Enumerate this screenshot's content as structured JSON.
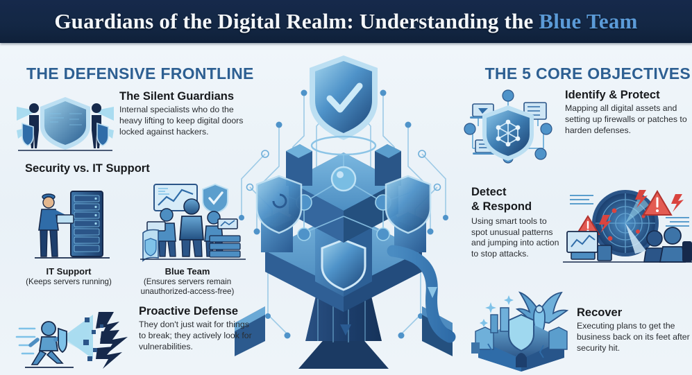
{
  "title": {
    "main": "Guardians of the Digital Realm: Understanding the ",
    "accent": "Blue Team",
    "bar_color": "#16294b",
    "accent_color": "#5b9bd8"
  },
  "theme": {
    "background": "#eef4f9",
    "heading_color": "#2d5f92",
    "body_text_color": "#2a2d31",
    "primary_blue": "#2f6ca8",
    "deep_navy": "#16294b",
    "light_blue": "#7fc2e8",
    "alert_red": "#d9443f"
  },
  "left_column": {
    "heading": "THE DEFENSIVE FRONTLINE",
    "items": [
      {
        "title": "The Silent Guardians",
        "body": "Internal specialists who do the heavy lifting to keep digital doors locked against hackers.",
        "icon": "two-guardians-shield-icon"
      },
      {
        "title": "Proactive Defense",
        "body": "They don't just wait for things to break; they actively look for vulnerabilities.",
        "icon": "shield-deflecting-lightning-icon"
      }
    ],
    "comparison": {
      "heading": "Security vs. IT Support",
      "entries": [
        {
          "label": "IT Support",
          "note": "(Keeps servers running)",
          "icon": "technician-server-rack-icon"
        },
        {
          "label": "Blue Team",
          "note": "(Ensures servers remain unauthorized-access-free)",
          "icon": "blue-team-operators-icon"
        }
      ]
    }
  },
  "right_column": {
    "heading": "THE 5 CORE OBJECTIVES",
    "items": [
      {
        "title": "Identify & Protect",
        "body": "Mapping all digital assets and setting up firewalls or patches to harden defenses.",
        "icon": "shield-network-assets-icon"
      },
      {
        "title": "Detect\n& Respond",
        "title_line1": "Detect",
        "title_line2": "& Respond",
        "body": "Using smart tools to spot unusual patterns and jumping into action to stop attacks.",
        "icon": "radar-alert-analysts-icon"
      },
      {
        "title": "Recover",
        "body": "Executing plans to get the business back on its feet after a security hit.",
        "icon": "phoenix-castle-icon"
      }
    ]
  },
  "center": {
    "icon": "circuit-fortress-shield-icon",
    "description": "Isometric blue digital fortress with check-mark shield crest, circuit traces, network nodes and an outgoing data flow arrow"
  }
}
